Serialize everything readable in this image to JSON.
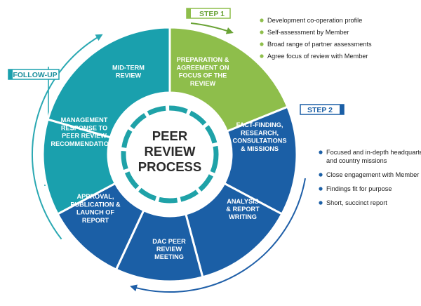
{
  "title_lines": [
    "PEER",
    "REVIEW",
    "PROCESS"
  ],
  "colors": {
    "green": "#8ebe4b",
    "blue": "#1b5fa6",
    "teal": "#1aa0ad",
    "center_ring": "#1fa2a8",
    "arrow_teal": "#2aa8b2",
    "arrow_blue": "#1f5fa8",
    "green_text": "#6aa336"
  },
  "segments": [
    {
      "id": "preparation",
      "lines": [
        "PREPARATION &",
        "AGREEMENT ON",
        "FOCUS OF THE",
        "REVIEW"
      ],
      "color": "green"
    },
    {
      "id": "fact-finding",
      "lines": [
        "FACT-FINDING,",
        "RESEARCH,",
        "CONSULTATIONS",
        "& MISSIONS"
      ],
      "color": "blue"
    },
    {
      "id": "analysis",
      "lines": [
        "ANALYSIS",
        "& REPORT",
        "WRITING"
      ],
      "color": "blue"
    },
    {
      "id": "dac-meeting",
      "lines": [
        "DAC PEER",
        "REVIEW",
        "MEETING"
      ],
      "color": "blue"
    },
    {
      "id": "approval",
      "lines": [
        "APPROVAL,",
        "PUBLICATION &",
        "LAUNCH OF",
        "REPORT"
      ],
      "color": "blue"
    },
    {
      "id": "management-response",
      "lines": [
        "MANAGEMENT",
        "RESPONSE TO",
        "PEER REVIEW",
        "RECOMMENDATIONS"
      ],
      "color": "teal"
    },
    {
      "id": "mid-term",
      "lines": [
        "MID-TERM",
        "REVIEW"
      ],
      "color": "teal"
    }
  ],
  "step1": {
    "label": "STEP 1",
    "bullets": [
      "Development co-operation profile",
      "Self-assessment by Member",
      "Broad range of partner assessments",
      "Agree focus of review with Member"
    ]
  },
  "step2": {
    "label": "STEP 2",
    "bullets": [
      [
        "Focused and in-depth headquarter",
        "and country missions"
      ],
      [
        "Close engagement with Member"
      ],
      [
        "Findings fit for purpose"
      ],
      [
        "Short, succinct report"
      ]
    ]
  },
  "followup": {
    "label": "FOLLOW-UP"
  }
}
